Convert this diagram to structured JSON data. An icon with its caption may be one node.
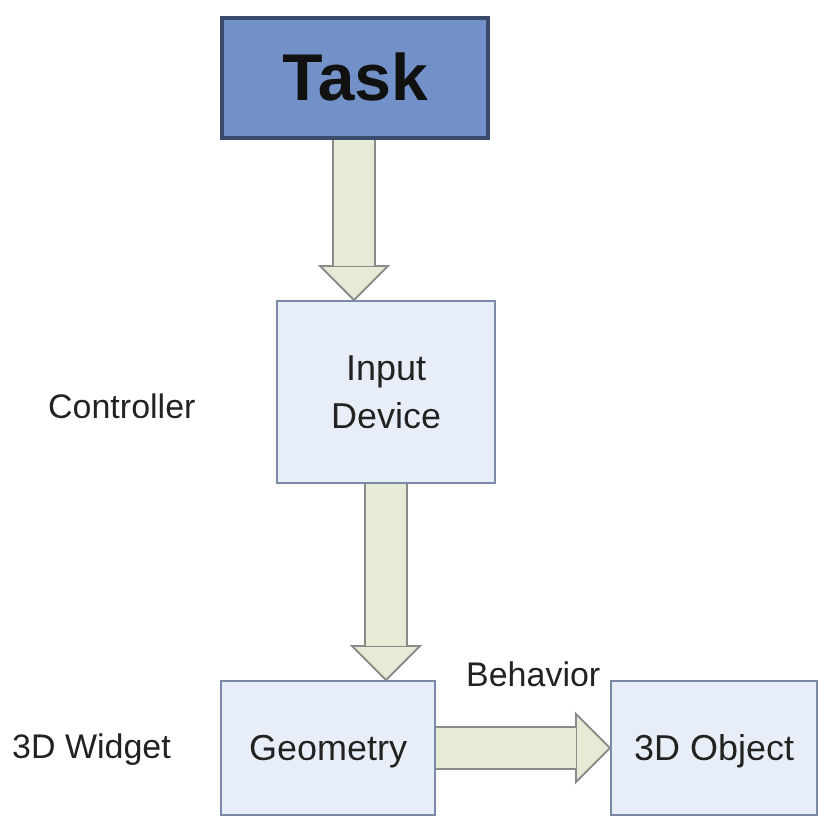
{
  "diagram": {
    "nodes": [
      {
        "text": [
          "Task"
        ]
      },
      {
        "text": [
          "Input Device"
        ],
        "beside": [
          "Controller"
        ]
      },
      {
        "text": [
          "Geometry"
        ],
        "beside": [
          "3D Widget"
        ]
      },
      {
        "text": [
          "3D Object"
        ]
      }
    ],
    "edges": [
      {
        "from": 0,
        "to": 1,
        "arrow": "to"
      },
      {
        "from": 1,
        "to": 2,
        "arrow": "to"
      },
      {
        "from": 2,
        "to": 3,
        "arrow": "to",
        "label": "Behavior"
      }
    ]
  }
}
